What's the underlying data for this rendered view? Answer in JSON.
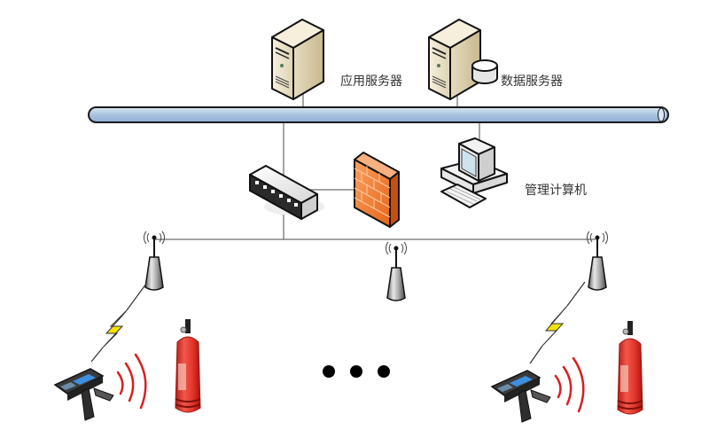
{
  "diagram": {
    "title": "",
    "nodes": {
      "app_server": {
        "label": "应用服务器",
        "type": "server"
      },
      "data_server": {
        "label": "数据服务器",
        "type": "database-server"
      },
      "mgmt_pc": {
        "label": "管理计算机",
        "type": "workstation"
      },
      "switch": {
        "label": "",
        "type": "network-switch"
      },
      "firewall": {
        "label": "",
        "type": "firewall"
      },
      "ap_left": {
        "label": "",
        "type": "wireless-access-point"
      },
      "ap_center": {
        "label": "",
        "type": "wireless-access-point"
      },
      "ap_right": {
        "label": "",
        "type": "wireless-access-point"
      },
      "reader_left": {
        "label": "",
        "type": "handheld-rfid-reader"
      },
      "reader_right": {
        "label": "",
        "type": "handheld-rfid-reader"
      },
      "extinguisher_left": {
        "label": "",
        "type": "fire-extinguisher"
      },
      "extinguisher_right": {
        "label": "",
        "type": "fire-extinguisher"
      }
    },
    "edges": [
      {
        "from": "app_server",
        "to": "backbone_bus",
        "style": "wired"
      },
      {
        "from": "data_server",
        "to": "backbone_bus",
        "style": "wired"
      },
      {
        "from": "backbone_bus",
        "to": "switch",
        "style": "wired"
      },
      {
        "from": "backbone_bus",
        "to": "mgmt_pc",
        "style": "wired"
      },
      {
        "from": "switch",
        "to": "firewall",
        "style": "wired"
      },
      {
        "from": "switch",
        "to": "ap_left",
        "style": "wired"
      },
      {
        "from": "switch",
        "to": "ap_center",
        "style": "wired"
      },
      {
        "from": "switch",
        "to": "ap_right",
        "style": "wired"
      },
      {
        "from": "ap_left",
        "to": "reader_left",
        "style": "wireless-bolt"
      },
      {
        "from": "ap_right",
        "to": "reader_right",
        "style": "wireless-bolt"
      },
      {
        "from": "reader_left",
        "to": "extinguisher_left",
        "style": "rfid-waves"
      },
      {
        "from": "reader_right",
        "to": "extinguisher_right",
        "style": "rfid-waves"
      }
    ],
    "ellipsis": "more terminals",
    "colors": {
      "bus_fill": "#b7cde6",
      "bus_stroke": "#1a1a1a",
      "wire": "#555555",
      "firewall": "#f07a2c",
      "server_body": "#ece3cc",
      "bolt": "#f2e300",
      "rfid_wave": "#d82020",
      "extinguisher": "#e2342a"
    }
  }
}
